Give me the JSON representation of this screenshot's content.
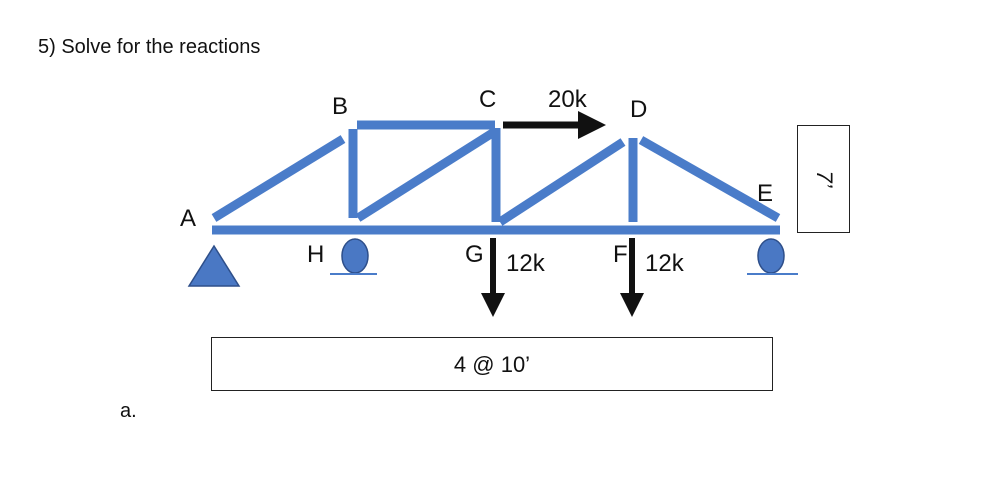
{
  "problem": {
    "label": "5) Solve for the reactions"
  },
  "subpart": {
    "label": "a."
  },
  "truss": {
    "nodes": {
      "A": "A",
      "B": "B",
      "C": "C",
      "D": "D",
      "E": "E",
      "F": "F",
      "G": "G",
      "H": "H"
    },
    "loads": {
      "horizontal_C": "20k",
      "vertical_G": "12k",
      "vertical_F": "12k"
    },
    "span_label": "4 @ 10’",
    "height_label": "7’",
    "colors": {
      "member": "#4a7cc9",
      "support": "#4a78c4",
      "arrow": "#111111"
    }
  }
}
